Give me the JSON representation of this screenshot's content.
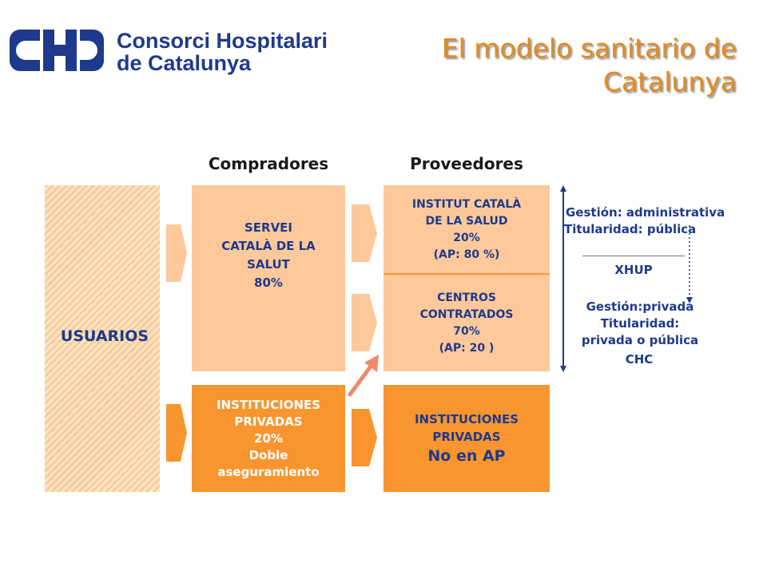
{
  "header": {
    "logo_icon": "chc-logo-icon",
    "logo_line1": "Consorci Hospitalari",
    "logo_line2": "de Catalunya",
    "title_line1": "El modelo sanitario de",
    "title_line2": "Catalunya"
  },
  "columns": {
    "buyers": "Compradores",
    "providers": "Proveedores"
  },
  "usuarios": {
    "label": "USUARIOS"
  },
  "buyers": {
    "servei": {
      "line1": "SERVEI",
      "line2": "CATALÀ DE LA",
      "line3": "SALUT",
      "line4": "80%"
    },
    "private": {
      "line1": "INSTITUCIONES",
      "line2": "PRIVADAS",
      "line3": "20%",
      "line4": "Doble",
      "line5": "aseguramiento"
    }
  },
  "providers": {
    "ics": {
      "line1": "INSTITUT CATALÀ",
      "line2": "DE LA SALUD",
      "line3": "20%",
      "line4": "(AP: 80 %)"
    },
    "centros": {
      "line1": "CENTROS",
      "line2": "CONTRATADOS",
      "line3": "70%",
      "line4": "(AP: 20 )"
    },
    "private": {
      "line1": "INSTITUCIONES",
      "line2": "PRIVADAS",
      "line3": "No en AP"
    }
  },
  "side": {
    "gestion_publica": "Gestión: administrativa",
    "titularidad_publica": "Titularidad: pública",
    "xhup": "XHUP",
    "gestion_privada": "Gestión:privada",
    "titularidad_label": "Titularidad:",
    "titularidad_value": "privada o pública",
    "chc": "CHC"
  },
  "colors": {
    "navy": "#1e3a8c",
    "orange": "#f9952f",
    "light_orange": "#fdc99a",
    "title_orange": "#e58a1f",
    "arrow": "#f08a6a"
  }
}
